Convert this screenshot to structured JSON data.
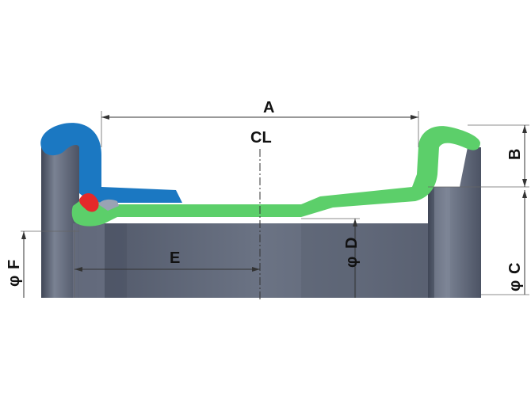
{
  "labels": {
    "a": "A",
    "b": "B",
    "c": "C",
    "d": "D",
    "e": "E",
    "f": "F",
    "cl": "CL",
    "dia": "φ"
  },
  "colors": {
    "pipe_body": "#5f6777",
    "pipe_shadow": "#454c5a",
    "pipe_highlight": "#8a92a2",
    "blue_gasket": "#1b78c2",
    "green_seal": "#5ccf6a",
    "red_ring": "#e5292a",
    "grey_insert": "#9aa3b4",
    "dimension_line": "#333333"
  }
}
